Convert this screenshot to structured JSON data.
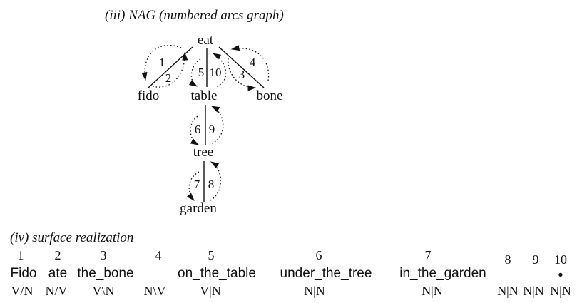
{
  "nag_title": "(iii) NAG (numbered arcs graph)",
  "nodes": {
    "eat": "eat",
    "fido": "fido",
    "table": "table",
    "bone": "bone",
    "tree": "tree",
    "garden": "garden"
  },
  "arc_labels": {
    "a1": "1",
    "a2": "2",
    "a3": "3",
    "a4": "4",
    "a5": "5",
    "a6": "6",
    "a7": "7",
    "a8": "8",
    "a9": "9",
    "a10": "10"
  },
  "surface_title": "(iv) surface realization",
  "columns": [
    {
      "num": "1",
      "word": "Fido",
      "cat": "V/N"
    },
    {
      "num": "2",
      "word": "ate",
      "cat": "N/V"
    },
    {
      "num": "3",
      "word": "the_bone",
      "cat": "V\\N"
    },
    {
      "num": "4",
      "word": "",
      "cat": "N\\V"
    },
    {
      "num": "5",
      "word": "on_the_table",
      "cat": "V|N"
    },
    {
      "num": "6",
      "word": "under_the_tree",
      "cat": "N|N"
    },
    {
      "num": "7",
      "word": "in_the_garden",
      "cat": "N|N"
    },
    {
      "num": "8",
      "word": "",
      "cat": "N|N"
    },
    {
      "num": "9",
      "word": "",
      "cat": "N|N"
    },
    {
      "num": "10",
      "word": "•",
      "cat": "N|N"
    }
  ]
}
